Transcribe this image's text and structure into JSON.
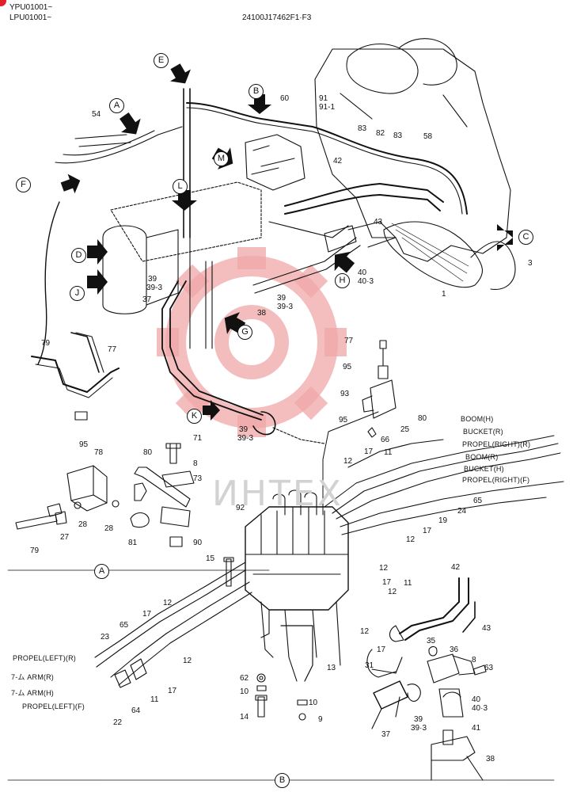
{
  "header": {
    "serial_line_1": "YPU01001~",
    "serial_line_2": "LPU01001~",
    "drawing_number": "24100J17462F1·F3"
  },
  "colors": {
    "line": "#111111",
    "engine_outline": "#222222",
    "gear_watermark": "#f0a8a8",
    "text_watermark": "#d2d2d2",
    "badge": "#e0202a"
  },
  "watermark": {
    "text": "ИНТЕХ"
  },
  "callouts": {
    "A": "A",
    "B": "B",
    "C": "C",
    "D": "D",
    "E": "E",
    "F": "F",
    "G": "G",
    "H": "H",
    "J": "J",
    "K": "K",
    "L": "L",
    "M": "M",
    "detail_a": "A",
    "detail_b": "B"
  },
  "part_labels": {
    "p1": "1",
    "p3": "3",
    "p8a": "8",
    "p8b": "8",
    "p9": "9",
    "p10a": "10",
    "p10b": "10",
    "p11a": "11",
    "p11b": "11",
    "p11c": "11",
    "p12a": "12",
    "p12b": "12",
    "p12c": "12",
    "p12d": "12",
    "p12e": "12",
    "p12f": "12",
    "p12g": "12",
    "p13": "13",
    "p14": "14",
    "p15": "15",
    "p17a": "17",
    "p17b": "17",
    "p17c": "17",
    "p17d": "17",
    "p17e": "17",
    "p17f": "17",
    "p19": "19",
    "p22": "22",
    "p23": "23",
    "p24": "24",
    "p25": "25",
    "p27": "27",
    "p28a": "28",
    "p28b": "28",
    "p31": "31",
    "p35": "35",
    "p36": "36",
    "p37a": "37",
    "p37b": "37",
    "p38a": "38",
    "p38b": "38",
    "p39a": "39",
    "p393a": "39-3",
    "p39b": "39",
    "p393b": "39-3",
    "p39c": "39",
    "p393c": "39-3",
    "p39d": "39",
    "p393d": "39·3",
    "p40a": "40",
    "p403a": "40·3",
    "p40b": "40",
    "p403b": "40·3",
    "p41": "41",
    "p42a": "42",
    "p42b": "42",
    "p43a": "43",
    "p43b": "43",
    "p54": "54",
    "p58": "58",
    "p60": "60",
    "p62": "62",
    "p63": "63",
    "p64": "64",
    "p65a": "65",
    "p65b": "65",
    "p66": "66",
    "p71": "71",
    "p73": "73",
    "p77a": "77",
    "p77b": "77",
    "p78": "78",
    "p79a": "79",
    "p79b": "79",
    "p80a": "80",
    "p80b": "80",
    "p81": "81",
    "p82": "82",
    "p83a": "83",
    "p83b": "83",
    "p90": "90",
    "p91": "91",
    "p911": "91-1",
    "p92": "92",
    "p93": "93",
    "p95a": "95",
    "p95b": "95",
    "p95c": "95"
  },
  "function_labels": {
    "boom_h": "BOOM(H)",
    "bucket_r": "BUCKET(R)",
    "propel_right_r": "PROPEL(RIGHT)(R)",
    "boom_r": "BOOM(R)",
    "bucket_h": "BUCKET(H)",
    "propel_right_f": "PROPEL(RIGHT)(F)",
    "propel_left_r": "PROPEL(LEFT)(R)",
    "arm_r": "7-ム ARM(R)",
    "arm_h": "7-ム ARM(H)",
    "propel_left_f": "PROPEL(LEFT)(F)"
  }
}
